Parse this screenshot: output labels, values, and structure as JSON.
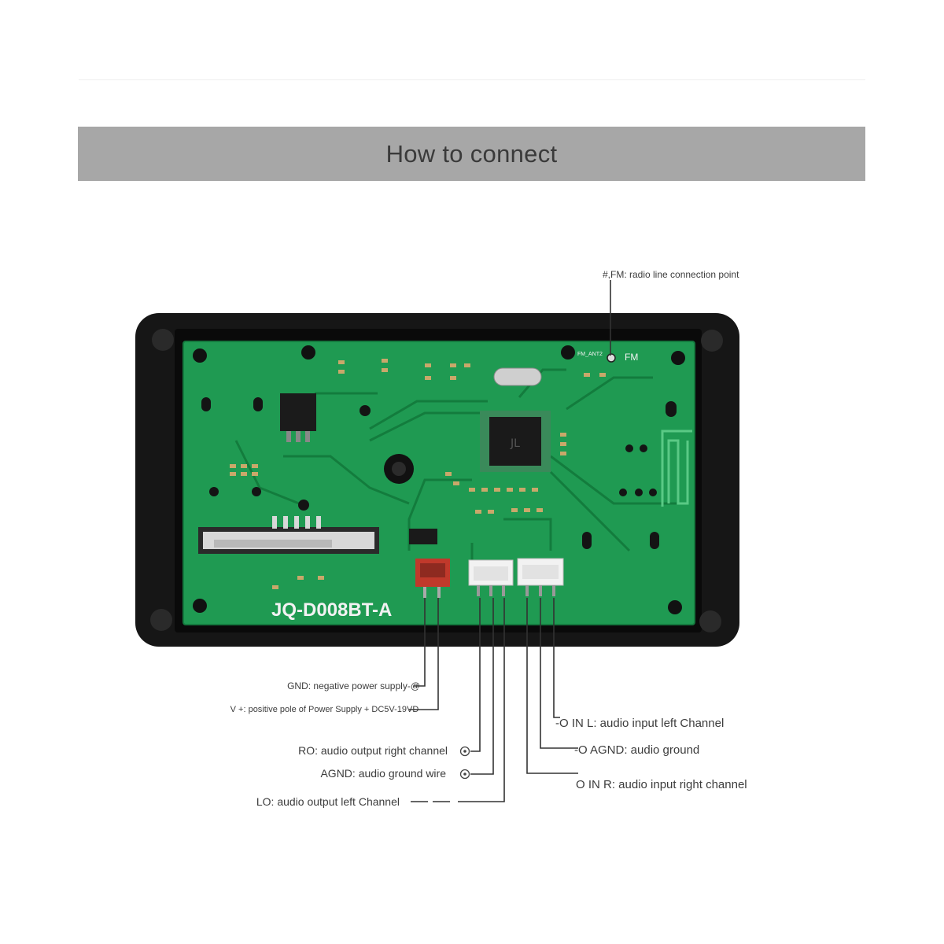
{
  "title": "How to connect",
  "board": {
    "model": "JQ-D008BT-A",
    "fm_marking": "FM",
    "fm_pad_marking": "FM_ANT2"
  },
  "callouts": {
    "fm": "#,FM: radio line connection point",
    "gnd": "GND: negative power supply-@",
    "vplus": "V +: positive pole of Power Supply + DC5V-19VD-",
    "ro": "RO: audio output right channel",
    "agnd_out": "AGND: audio ground wire",
    "lo": "LO: audio output left Channel",
    "in_l": "-O IN L: audio input left Channel",
    "agnd_in": "-O AGND: audio ground",
    "in_r": "O IN R: audio input right channel"
  },
  "colors": {
    "title_bar": "#a7a7a7",
    "pcb": "#1f9a52",
    "case": "#161616",
    "power_connector": "#c0392b",
    "leader_line": "#333333"
  }
}
